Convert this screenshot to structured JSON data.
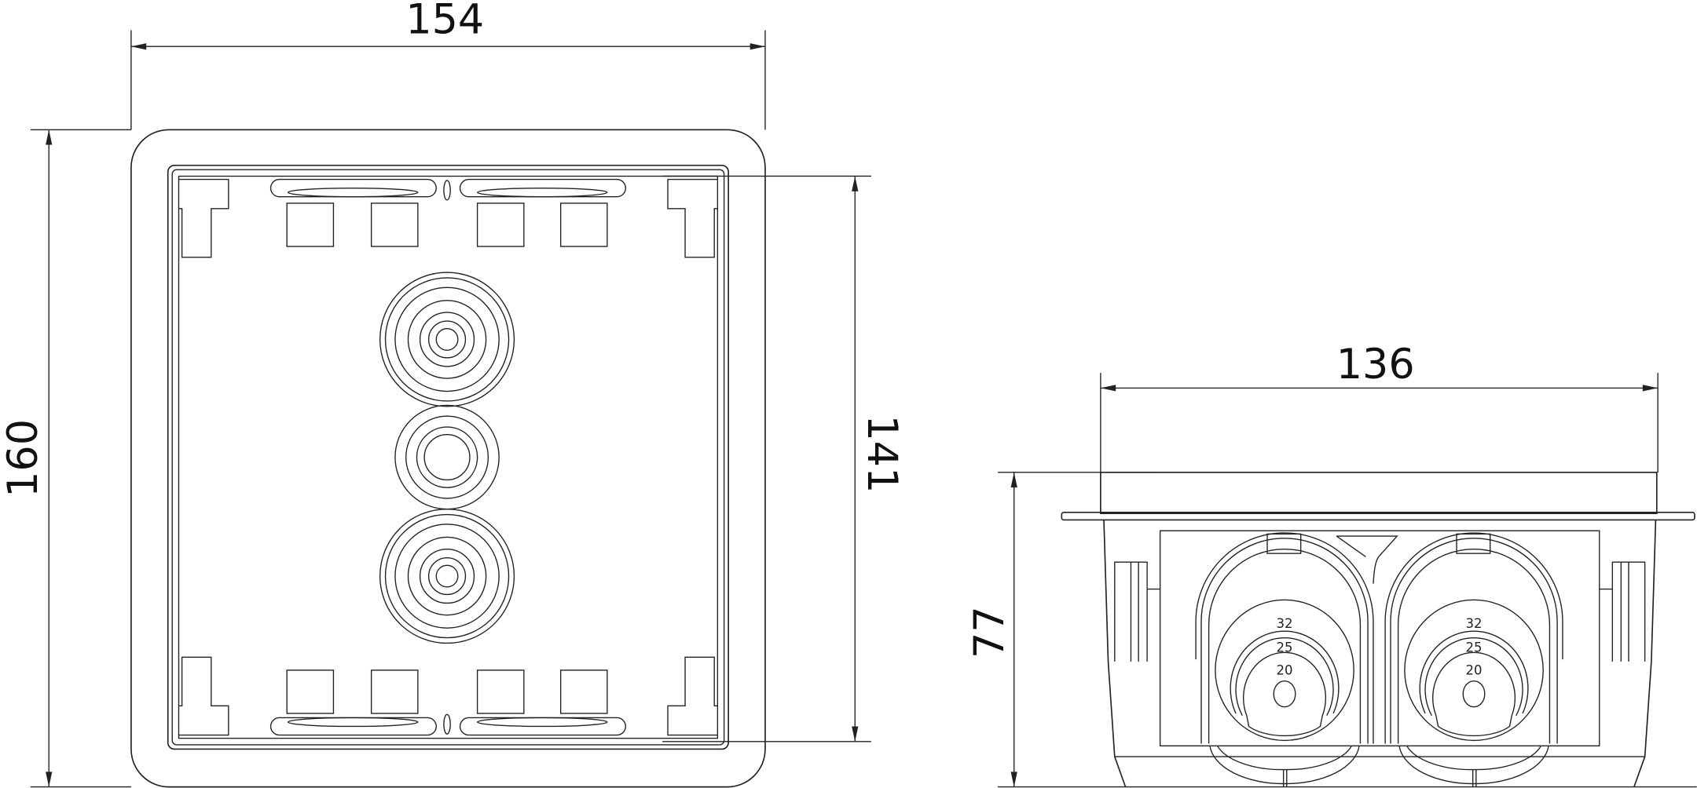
{
  "front_view": {
    "width_dim": "154",
    "height_dim": "160",
    "inner_height_dim": "141"
  },
  "side_view": {
    "width_dim": "136",
    "depth_dim": "77",
    "knockouts": [
      {
        "sizes": [
          "32",
          "25",
          "20"
        ]
      },
      {
        "sizes": [
          "32",
          "25",
          "20"
        ]
      }
    ]
  }
}
